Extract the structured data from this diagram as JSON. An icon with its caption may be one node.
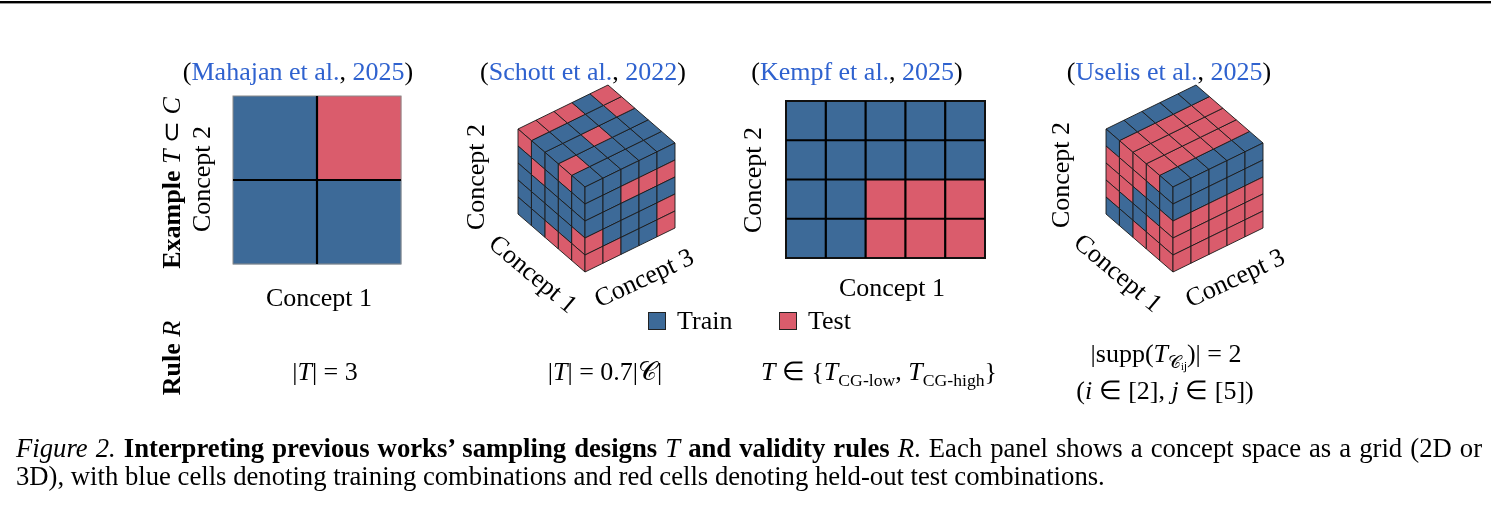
{
  "diagram": {
    "labels": [
      "(Mahajan et al., 2025)",
      "(Schott et al., 2022)",
      "(Kempf et al., 2025)",
      "(Uselis et al., 2025)",
      "**Example** *T* ⊂ *C*",
      "Concept 2",
      "Concept 1",
      "Concept 2",
      "Concept 1",
      "Concept 3",
      "Concept 2",
      "Concept 1",
      "Concept 2",
      "Concept 1",
      "Concept 3",
      "**Rule** *R*",
      "|*T*| = 3",
      "|*T*| = 0.7|𝒞|",
      "*T* ∈ {*T*$_{CG-low}$, *T*$_{CG-high}$}",
      "|supp(*T*$_{𝒞ᵢⱼ}$)| = 2",
      "(*i* ∈ [2], *j* ∈ [5])"
    ],
    "legend": [
      {
        "text": "Train",
        "color": "#3d6a98"
      },
      {
        "text": "Test",
        "color": "#da5c6c"
      }
    ],
    "caption": "*Figure 2.* **Interpreting previous works’ sampling designs** *T* **and validity rules** *R*. Each panel shows a concept space as a grid (2D or 3D), with blue cells denoting training combinations and red cells denoting held-out test combinations."
  }
}
